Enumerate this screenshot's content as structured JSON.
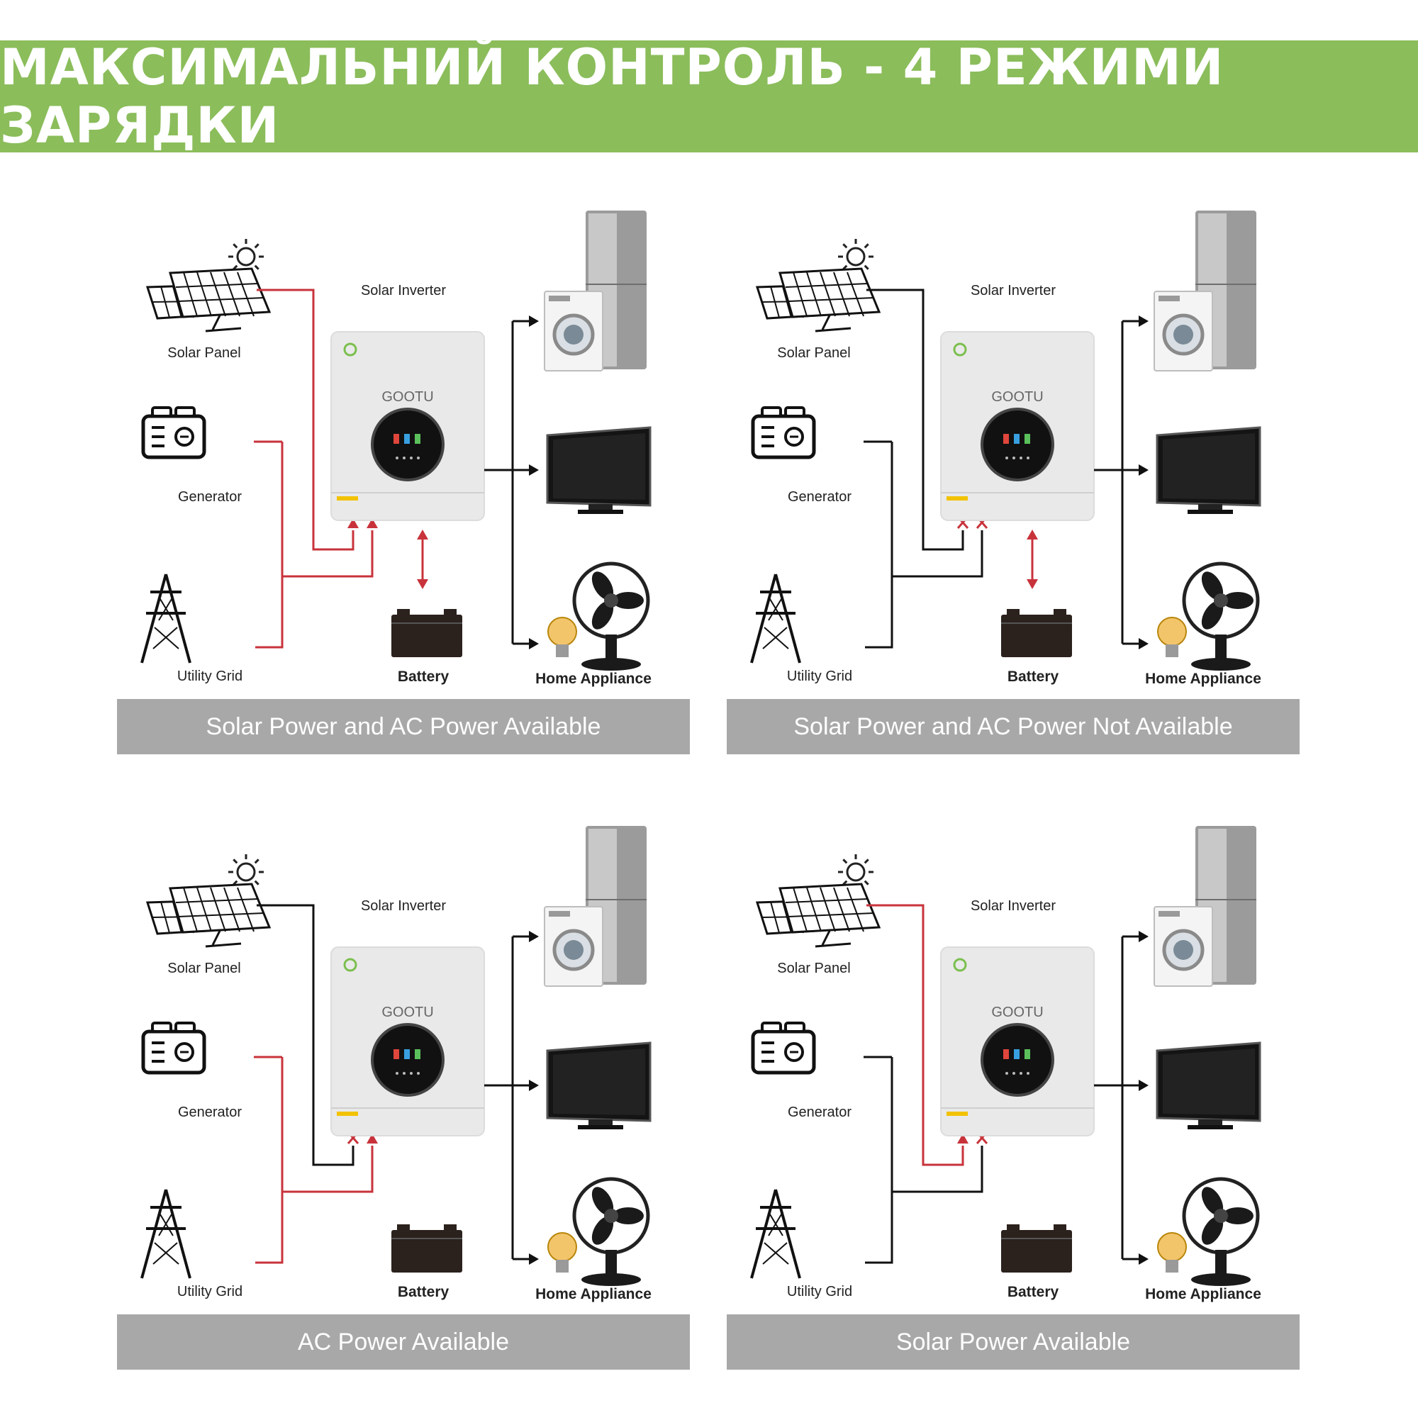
{
  "banner": {
    "title": "МАКСИМАЛЬНИЙ КОНТРОЛЬ - 4 РЕЖИМИ ЗАРЯДКИ"
  },
  "colors": {
    "banner_bg": "#8bbd5b",
    "mode_bar_bg": "#a8a8a8",
    "active_line": "#c8333b",
    "inactive_line": "#111111"
  },
  "labels": {
    "solar_panel": "Solar Panel",
    "generator": "Generator",
    "utility_grid": "Utility Grid",
    "solar_inverter": "Solar Inverter",
    "battery": "Battery",
    "home_appliance": "Home Appliance",
    "brand": "GOOTU"
  },
  "icons": [
    "solar-panel-icon",
    "sun-icon",
    "generator-icon",
    "power-tower-icon",
    "inverter-icon",
    "battery-icon",
    "fridge-icon",
    "washing-machine-icon",
    "tv-icon",
    "fan-icon",
    "bulb-icon"
  ],
  "panels": [
    {
      "mode": "Solar Power and AC Power Available",
      "solar_active": true,
      "ac_active": true,
      "solar_blocked": false,
      "ac_blocked": false,
      "battery_active": true
    },
    {
      "mode": "Solar Power and AC Power Not Available",
      "solar_active": false,
      "ac_active": false,
      "solar_blocked": true,
      "ac_blocked": true,
      "battery_active": true
    },
    {
      "mode": "AC Power Available",
      "solar_active": false,
      "ac_active": true,
      "solar_blocked": true,
      "ac_blocked": false,
      "battery_active": false
    },
    {
      "mode": "Solar Power Available",
      "solar_active": true,
      "ac_active": false,
      "solar_blocked": false,
      "ac_blocked": true,
      "battery_active": false
    }
  ]
}
